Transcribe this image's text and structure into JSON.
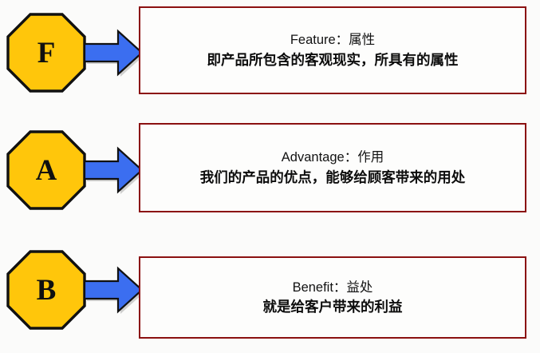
{
  "diagram": {
    "name": "FAB sales model diagram",
    "background_color": "#fbfbfa",
    "colors": {
      "octagon_fill": "#ffc60b",
      "octagon_border": "#111111",
      "arrow_fill": "#3b6ef0",
      "arrow_border": "#111111",
      "box_border": "#8b1010",
      "box_fill": "#fdfdfc",
      "text": "#111111"
    },
    "rows": [
      {
        "badge_letter": "F",
        "badge_name": "feature-badge",
        "arrow_name": "arrow-feature",
        "title": "Feature：属性",
        "description": "即产品所包含的客观现实，所具有的属性"
      },
      {
        "badge_letter": "A",
        "badge_name": "advantage-badge",
        "arrow_name": "arrow-advantage",
        "title": "Advantage：作用",
        "description": "我们的产品的优点，能够给顾客带来的用处"
      },
      {
        "badge_letter": "B",
        "badge_name": "benefit-badge",
        "arrow_name": "arrow-benefit",
        "title": "Benefit：益处",
        "description": "就是给客户带来的利益"
      }
    ]
  }
}
